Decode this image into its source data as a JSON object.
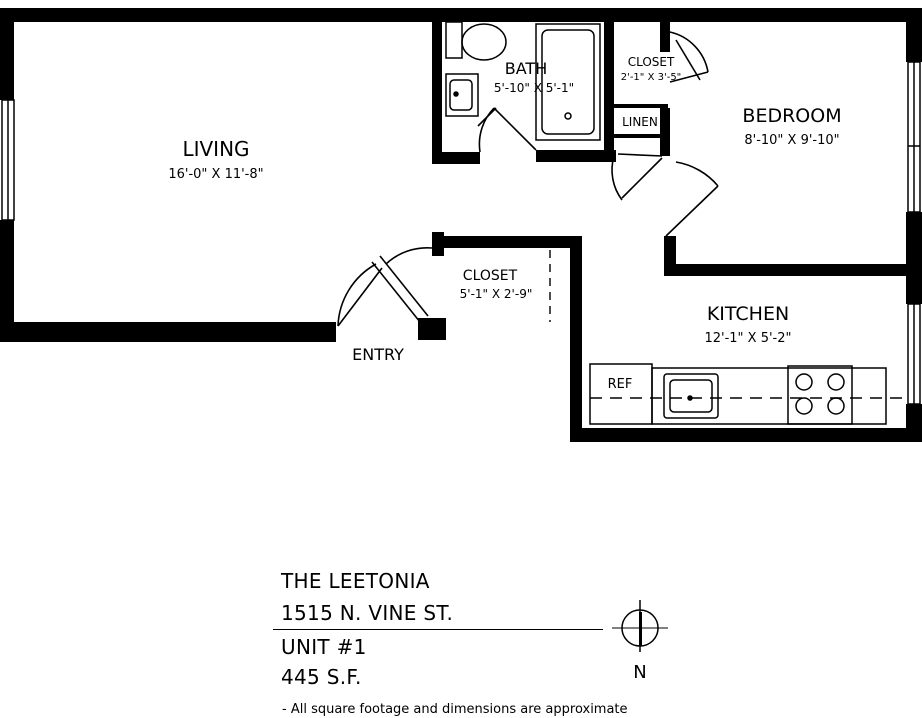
{
  "rooms": {
    "living": {
      "name": "LIVING",
      "dims": "16'-0\" X 11'-8\""
    },
    "bath": {
      "name": "BATH",
      "dims": "5'-10\" X 5'-1\""
    },
    "closet_a": {
      "name": "CLOSET",
      "dims": "2'-1\" X 3'-5\""
    },
    "linen": {
      "name": "LINEN"
    },
    "bedroom": {
      "name": "BEDROOM",
      "dims": "8'-10\" X 9'-10\""
    },
    "closet_b": {
      "name": "CLOSET",
      "dims": "5'-1\" X 2'-9\""
    },
    "kitchen": {
      "name": "KITCHEN",
      "dims": "12'-1\" X 5'-2\""
    },
    "ref": {
      "name": "REF"
    },
    "entry": {
      "name": "ENTRY"
    }
  },
  "info": {
    "building": "THE LEETONIA",
    "address": "1515 N. VINE ST.",
    "unit": "UNIT #1",
    "area": "445 S.F."
  },
  "compass": {
    "label": "N"
  },
  "footnote": "- All square footage and dimensions are approximate"
}
